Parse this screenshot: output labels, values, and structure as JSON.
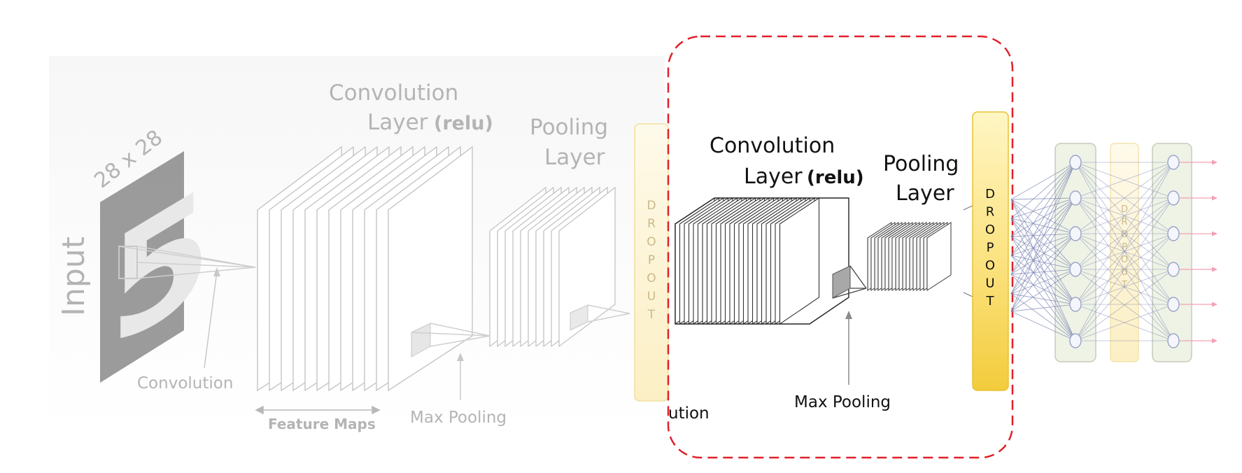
{
  "input": {
    "label": "Input",
    "size_label": "28 x 28",
    "digit": "5"
  },
  "faded_stage": {
    "conv_title_line1": "Convolution",
    "conv_title_line2": "Layer",
    "conv_activation": "(relu)",
    "pool_title_line1": "Pooling",
    "pool_title_line2": "Layer",
    "convolution_label": "Convolution",
    "feature_maps_label": "Feature Maps",
    "max_pooling_label": "Max Pooling"
  },
  "highlight_stage": {
    "conv_title_line1": "Convolution",
    "conv_title_line2": "Layer",
    "conv_activation": "(relu)",
    "pool_title_line1": "Pooling",
    "pool_title_line2": "Layer",
    "partial_label": "ution",
    "max_pooling_label": "Max Pooling"
  },
  "dropout_blocks": [
    {
      "letters": [
        "D",
        "R",
        "O",
        "P",
        "O",
        "U",
        "T"
      ],
      "style": "faded"
    },
    {
      "letters": [
        "D",
        "R",
        "O",
        "P",
        "O",
        "U",
        "T"
      ],
      "style": "highlighted"
    },
    {
      "letters": [
        "D",
        "R",
        "O",
        "P",
        "O",
        "U",
        "T"
      ],
      "style": "small-faded"
    }
  ],
  "colors": {
    "highlight_border": "#e0202a",
    "dropout_fill": "#fbe07a",
    "dropout_faded_fill": "#fdf3cf",
    "dense_panel_fill": "#eef3e6",
    "edge_color": "#7d86b4",
    "faded_text": "#b4b4b4"
  }
}
